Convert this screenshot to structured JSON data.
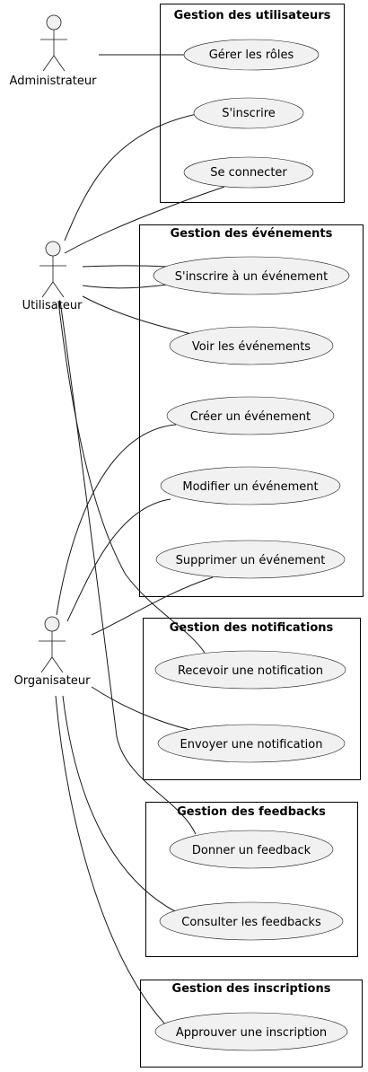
{
  "actors": {
    "admin": "Administrateur",
    "user": "Utilisateur",
    "organizer": "Organisateur"
  },
  "packages": {
    "users": {
      "title": "Gestion des utilisateurs",
      "use_cases": [
        "Gérer les rôles",
        "S'inscrire",
        "Se connecter"
      ]
    },
    "events": {
      "title": "Gestion des événements",
      "use_cases": [
        "S'inscrire à un événement",
        "Voir les événements",
        "Créer un événement",
        "Modifier un événement",
        "Supprimer un événement"
      ]
    },
    "notifications": {
      "title": "Gestion des notifications",
      "use_cases": [
        "Recevoir une notification",
        "Envoyer une notification"
      ]
    },
    "feedbacks": {
      "title": "Gestion des feedbacks",
      "use_cases": [
        "Donner un feedback",
        "Consulter les feedbacks"
      ]
    },
    "registrations": {
      "title": "Gestion des inscriptions",
      "use_cases": [
        "Approuver une inscription"
      ]
    }
  },
  "relations": [
    [
      "admin",
      "Gérer les rôles"
    ],
    [
      "user",
      "S'inscrire"
    ],
    [
      "user",
      "Se connecter"
    ],
    [
      "user",
      "S'inscrire à un événement"
    ],
    [
      "user",
      "S'inscrire à un événement"
    ],
    [
      "user",
      "Voir les événements"
    ],
    [
      "user",
      "Recevoir une notification"
    ],
    [
      "user",
      "Donner un feedback"
    ],
    [
      "organizer",
      "Créer un événement"
    ],
    [
      "organizer",
      "Modifier un événement"
    ],
    [
      "organizer",
      "Supprimer un événement"
    ],
    [
      "organizer",
      "Envoyer une notification"
    ],
    [
      "organizer",
      "Consulter les feedbacks"
    ],
    [
      "organizer",
      "Approuver une inscription"
    ]
  ]
}
